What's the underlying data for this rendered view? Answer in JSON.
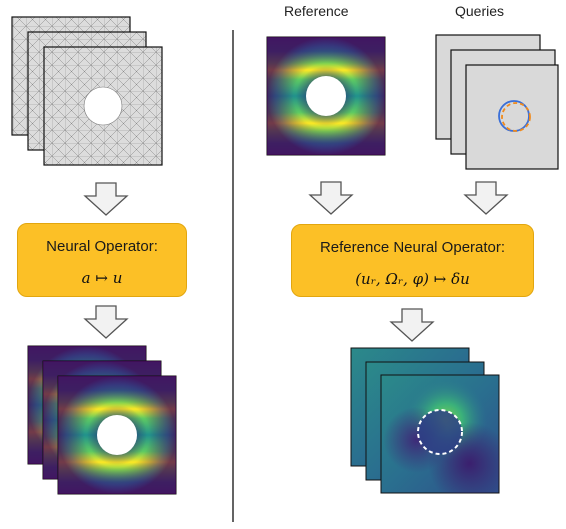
{
  "left": {
    "operator_title": "Neural Operator:",
    "operator_formula": "a ↦ u"
  },
  "right": {
    "reference_label": "Reference",
    "queries_label": "Queries",
    "operator_title": "Reference Neural Operator:",
    "operator_formula": "(uᵣ, Ωᵣ, φ) ↦ δu"
  },
  "colors": {
    "operator_box_fill": "#fcc026",
    "operator_box_border": "#e2a60f",
    "arrow_fill": "#f2f2f2",
    "arrow_stroke": "#555555",
    "divider": "#222222",
    "query_circle_blue": "#3a6fd8",
    "query_circle_orange": "#f08a1c"
  }
}
